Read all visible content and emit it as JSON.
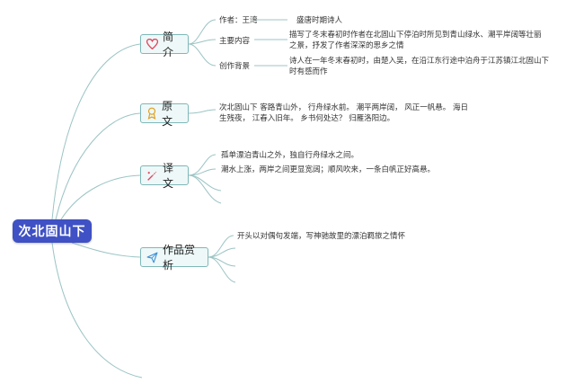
{
  "root": {
    "title": "次北固山下"
  },
  "topics": {
    "intro": {
      "label": "简介",
      "icon": "heart-icon",
      "items": [
        {
          "key": "作者：王湾",
          "value": "盛唐时期诗人"
        },
        {
          "key": "主要内容",
          "value": "描写了冬末春初时作者在北固山下停泊时所见到青山绿水、潮平岸阔等壮丽之景，抒发了作者深深的思乡之情"
        },
        {
          "key": "创作背景",
          "value": "诗人在一年冬末春初时，由楚入吴，在沿江东行途中泊舟于江苏镇江北固山下时有感而作"
        }
      ]
    },
    "original": {
      "label": "原文",
      "icon": "ribbon-icon",
      "text": "次北固山下 客路青山外， 行舟绿水前。 潮平两岸阔， 风正一帆悬。 海日生残夜， 江春入旧年。 乡书何处达？ 归雁洛阳边。"
    },
    "translation": {
      "label": "译文",
      "icon": "pen-icon",
      "lines": [
        "孤单漂泊青山之外，独自行舟绿水之间。",
        "潮水上涨，两岸之间更显宽阔；顺风吹来，一条白帆正好高悬。"
      ]
    },
    "appreciation": {
      "label": "作品赏析",
      "icon": "send-icon",
      "lines": [
        "开头以对偶句发端，写神驰故里的漂泊羁旅之情怀"
      ]
    }
  },
  "colors": {
    "root_bg": "#3f51c4",
    "topic_border": "#7fb7b7",
    "topic_bg": "#eef8f8",
    "line": "#9cc4c4"
  }
}
